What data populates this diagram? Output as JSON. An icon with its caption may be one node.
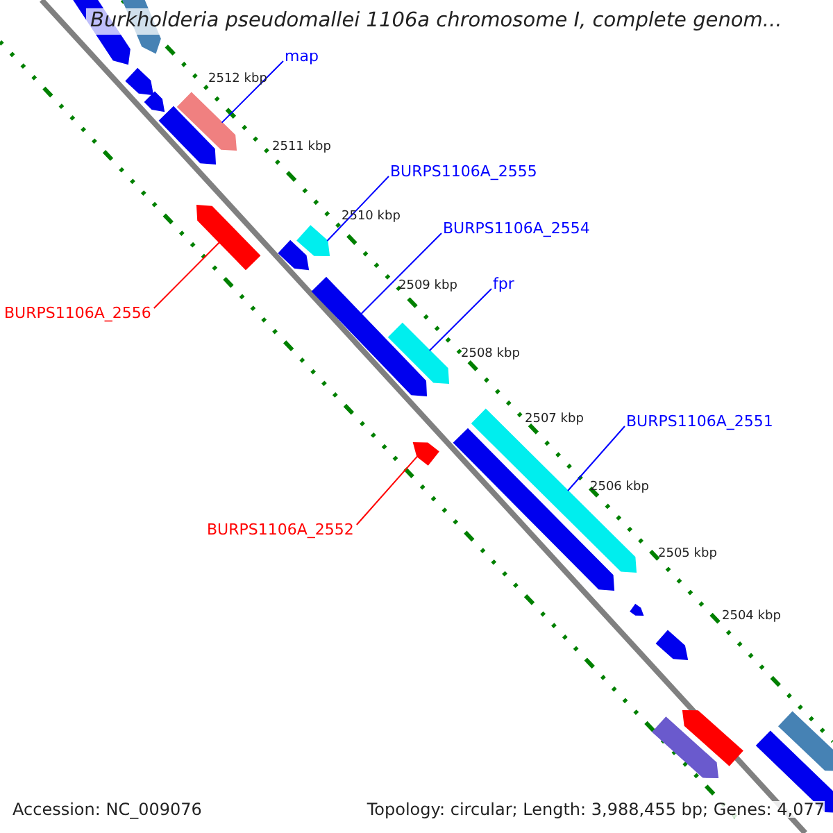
{
  "diagram": {
    "title": "Burkholderia pseudomallei 1106a chromosome I, complete genom...",
    "nodes": [
      {
        "text": [
          "map"
        ]
      },
      {
        "text": [
          "BURPS1106A_2555"
        ]
      },
      {
        "text": [
          "BURPS1106A_2554"
        ]
      },
      {
        "text": [
          "fpr"
        ]
      },
      {
        "text": [
          "BURPS1106A_2556"
        ]
      },
      {
        "text": [
          "BURPS1106A_2551"
        ]
      },
      {
        "text": [
          "BURPS1106A_2552"
        ]
      },
      {
        "text": [],
        "shape": "bar"
      },
      {
        "text": [],
        "shape": "bar"
      },
      {
        "text": [],
        "shape": "bar"
      },
      {
        "text": [],
        "shape": "bar"
      },
      {
        "text": [],
        "shape": "bar"
      },
      {
        "text": [],
        "shape": "bar"
      },
      {
        "text": [],
        "shape": "bar"
      },
      {
        "text": [],
        "shape": "bar"
      },
      {
        "text": [],
        "shape": "bar"
      },
      {
        "text": [],
        "shape": "bar"
      },
      {
        "text": [],
        "shape": "bar"
      },
      {
        "text": [],
        "shape": "bar"
      },
      {
        "text": [],
        "shape": "bar"
      },
      {
        "text": [],
        "shape": "bar"
      },
      {
        "text": [],
        "shape": "bar"
      },
      {
        "text": [],
        "shape": "bar"
      },
      {
        "text": [],
        "shape": "bar"
      },
      {
        "text": [],
        "shape": "bar"
      },
      {
        "text": [],
        "shape": "bar"
      },
      {
        "text": [],
        "shape": "bar"
      }
    ],
    "edges": [
      {
        "from": 0,
        "to": 11,
        "arrow": "none"
      },
      {
        "from": 1,
        "to": 14,
        "arrow": "none"
      },
      {
        "from": 2,
        "to": 16,
        "arrow": "none"
      },
      {
        "from": 3,
        "to": 17,
        "arrow": "none"
      },
      {
        "from": 4,
        "to": 13,
        "arrow": "none",
        "color": "#ff0000"
      },
      {
        "from": 5,
        "to": 18,
        "arrow": "none"
      },
      {
        "from": 6,
        "to": 19,
        "arrow": "none",
        "color": "#ff0000"
      }
    ],
    "labels": [
      "2512 kbp",
      "2511 kbp",
      "2510 kbp",
      "2509 kbp",
      "2508 kbp",
      "2507 kbp",
      "2506 kbp",
      "2505 kbp",
      "2504 kbp",
      "Accession: NC_009076",
      "Topology: circular; Length: 3,988,455 bp; Genes: 4,077"
    ]
  }
}
